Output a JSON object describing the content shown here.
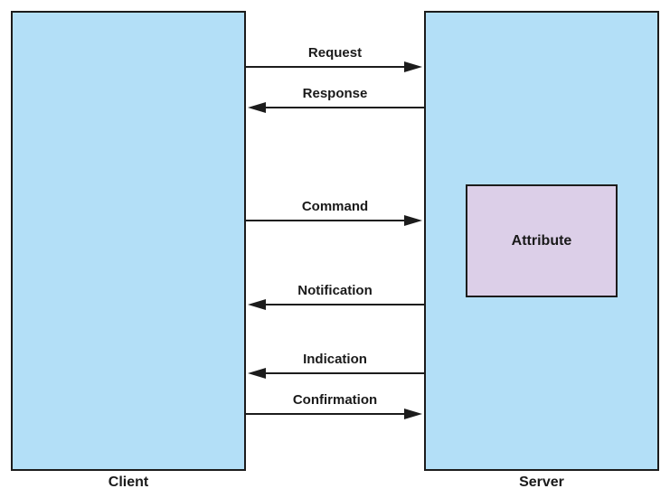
{
  "client": {
    "label": "Client"
  },
  "server": {
    "label": "Server"
  },
  "attribute": {
    "label": "Attribute"
  },
  "messages": [
    {
      "label": "Request",
      "direction": "client-to-server"
    },
    {
      "label": "Response",
      "direction": "server-to-client"
    },
    {
      "label": "Command",
      "direction": "client-to-server"
    },
    {
      "label": "Notification",
      "direction": "server-to-client"
    },
    {
      "label": "Indication",
      "direction": "server-to-client"
    },
    {
      "label": "Confirmation",
      "direction": "client-to-server"
    }
  ],
  "colors": {
    "panel": "#b3dff7",
    "attribute": "#dccfe8",
    "stroke": "#1c1c1c"
  }
}
